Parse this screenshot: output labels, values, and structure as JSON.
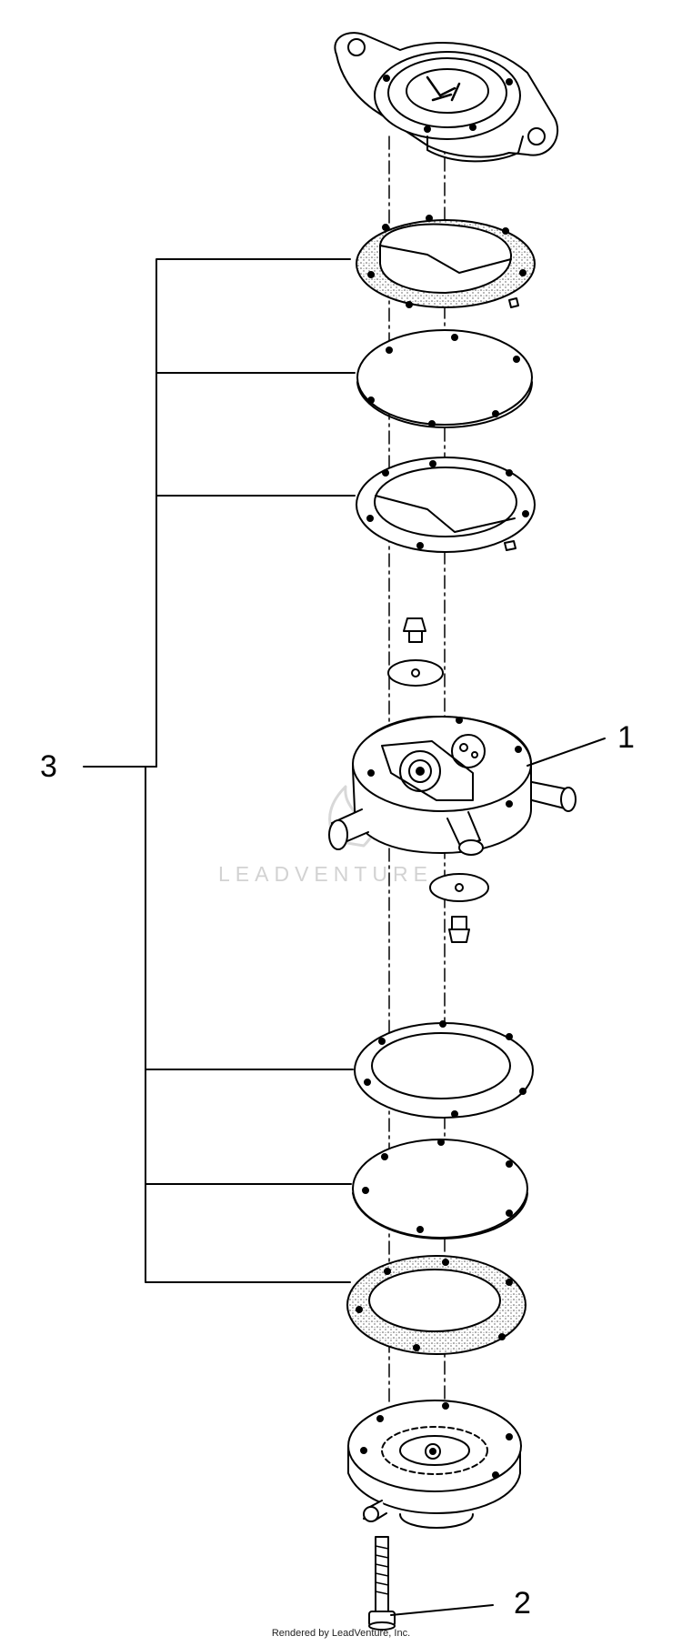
{
  "callouts": {
    "one": "1",
    "two": "2",
    "three": "3"
  },
  "watermark": "LEADVENTURE",
  "footer": "Rendered by LeadVenture, Inc."
}
